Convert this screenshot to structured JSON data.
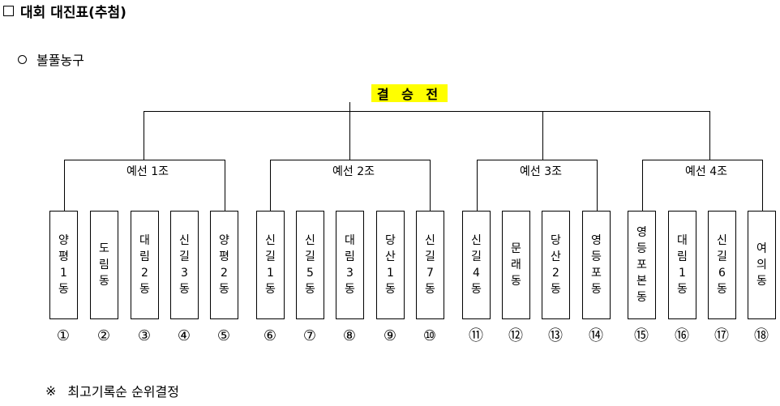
{
  "title": "대회 대진표(추첨)",
  "subtitle": "볼풀농구",
  "final_label": "결 승 전",
  "note_mark": "※",
  "note": "최고기록순 순위결정",
  "groups": [
    {
      "label": "예선 1조"
    },
    {
      "label": "예선 2조"
    },
    {
      "label": "예선 3조"
    },
    {
      "label": "예선 4조"
    }
  ],
  "teams": [
    {
      "name": "양평1동",
      "seed": "①"
    },
    {
      "name": "도림동",
      "seed": "②"
    },
    {
      "name": "대림2동",
      "seed": "③"
    },
    {
      "name": "신길3동",
      "seed": "④"
    },
    {
      "name": "양평2동",
      "seed": "⑤"
    },
    {
      "name": "신길1동",
      "seed": "⑥"
    },
    {
      "name": "신길5동",
      "seed": "⑦"
    },
    {
      "name": "대림3동",
      "seed": "⑧"
    },
    {
      "name": "당산1동",
      "seed": "⑨"
    },
    {
      "name": "신길7동",
      "seed": "⑩"
    },
    {
      "name": "신길4동",
      "seed": "⑪"
    },
    {
      "name": "문래동",
      "seed": "⑫"
    },
    {
      "name": "당산2동",
      "seed": "⑬"
    },
    {
      "name": "영등포동",
      "seed": "⑭"
    },
    {
      "name": "영등포본동",
      "seed": "⑮"
    },
    {
      "name": "대림1동",
      "seed": "⑯"
    },
    {
      "name": "신길6동",
      "seed": "⑰"
    },
    {
      "name": "여의동",
      "seed": "⑱"
    }
  ]
}
